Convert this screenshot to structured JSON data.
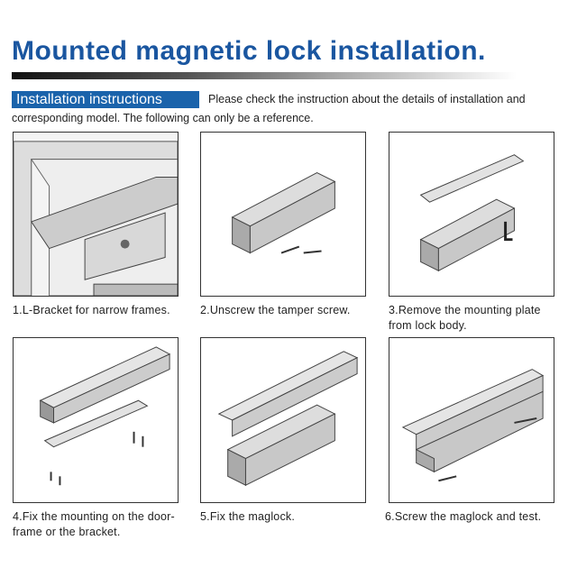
{
  "header": {
    "title": "Mounted magnetic lock installation."
  },
  "intro": {
    "badge": "Installation instructions",
    "line1": "Please check the instruction about the details of installation and",
    "line2": "corresponding  model. The following can only be a reference."
  },
  "steps": [
    {
      "caption": "1.L-Bracket for narrow frames."
    },
    {
      "caption": "2.Unscrew the tamper screw."
    },
    {
      "caption": "3.Remove the mounting plate from lock body."
    },
    {
      "caption": "4.Fix the mounting on the door-frame or the bracket."
    },
    {
      "caption": "5.Fix the maglock."
    },
    {
      "caption": "6.Screw the maglock and test."
    }
  ]
}
